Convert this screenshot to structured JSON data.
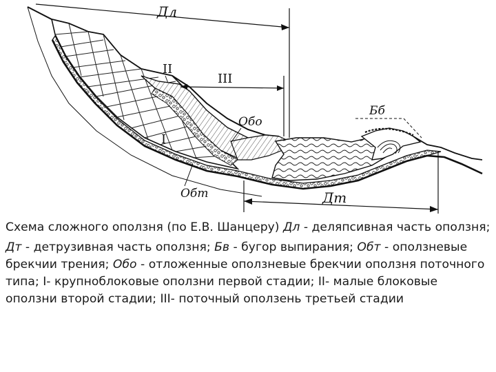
{
  "figure": {
    "labels": {
      "dl": "Дл",
      "dt": "Дт",
      "bb": "Бб",
      "obo": "Обо",
      "obt": "Обт",
      "stage1": "I",
      "stage2": "II",
      "stage3": "III"
    }
  },
  "caption": {
    "line1": [
      {
        "text": "Схема сложного оползня (по Е.В. Шанцеру) ",
        "italic": false
      },
      {
        "text": "Дл",
        "italic": true
      },
      {
        "text": " - деляпсивная часть оползня;",
        "italic": false
      }
    ],
    "line2": [
      {
        "text": "Дт",
        "italic": true
      },
      {
        "text": " - детрузивная часть оползня; ",
        "italic": false
      },
      {
        "text": "Бв",
        "italic": true
      },
      {
        "text": " - бугор выпирания; ",
        "italic": false
      },
      {
        "text": "Обт",
        "italic": true
      },
      {
        "text": " - оползневые брекчии трения; ",
        "italic": false
      },
      {
        "text": "Обо",
        "italic": true
      },
      {
        "text": " - отложенные оползневые брекчии оползня поточного типа; I- крупноблоковые оползни первой стадии; II- малые блоковые оползни второй стадии; III- поточный оползень третьей стадии",
        "italic": false
      }
    ]
  }
}
